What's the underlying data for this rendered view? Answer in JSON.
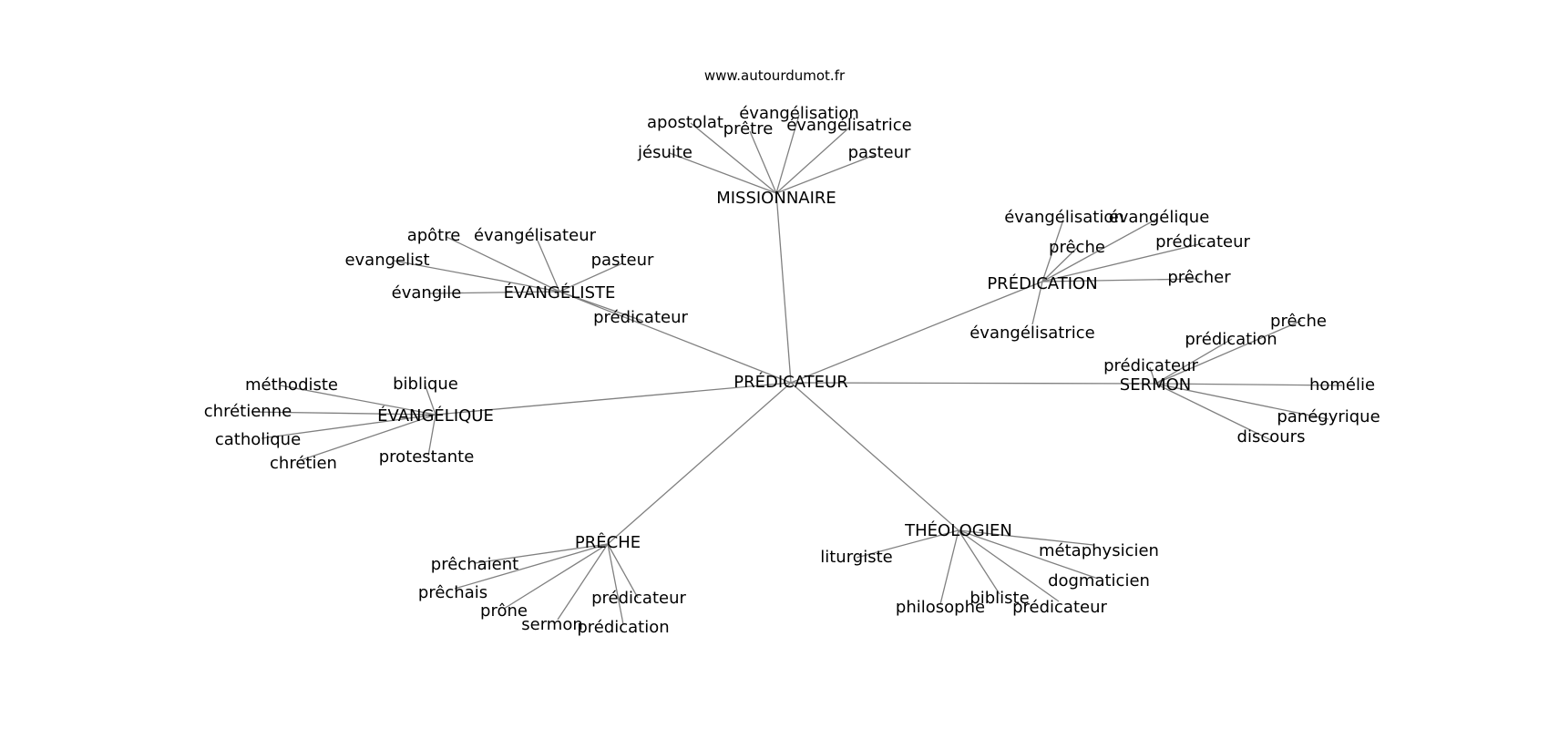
{
  "credit": "www.autourdumot.fr",
  "graph": {
    "center": {
      "label": "PRÉDICATEUR"
    },
    "hubs": [
      {
        "label": "MISSIONNAIRE",
        "leaves": [
          "jésuite",
          "apostolat",
          "prêtre",
          "évangélisation",
          "évangélisatrice",
          "pasteur"
        ]
      },
      {
        "label": "ÉVANGÉLISTE",
        "leaves": [
          "apôtre",
          "évangélisateur",
          "evangelist",
          "pasteur",
          "évangile",
          "prédicateur"
        ]
      },
      {
        "label": "PRÉDICATION",
        "leaves": [
          "évangélisation",
          "évangélique",
          "prêche",
          "prédicateur",
          "prêcher",
          "évangélisatrice"
        ]
      },
      {
        "label": "SERMON",
        "leaves": [
          "prêche",
          "prédication",
          "prédicateur",
          "homélie",
          "panégyrique",
          "discours"
        ]
      },
      {
        "label": "ÉVANGÉLIQUE",
        "leaves": [
          "méthodiste",
          "biblique",
          "chrétienne",
          "catholique",
          "chrétien",
          "protestante"
        ]
      },
      {
        "label": "PRÊCHE",
        "leaves": [
          "prêchaient",
          "prêchais",
          "prône",
          "sermon",
          "prédicateur",
          "prédication"
        ]
      },
      {
        "label": "THÉOLOGIEN",
        "leaves": [
          "liturgiste",
          "métaphysicien",
          "dogmaticien",
          "philosophe",
          "bibliste",
          "prédicateur"
        ]
      }
    ]
  }
}
